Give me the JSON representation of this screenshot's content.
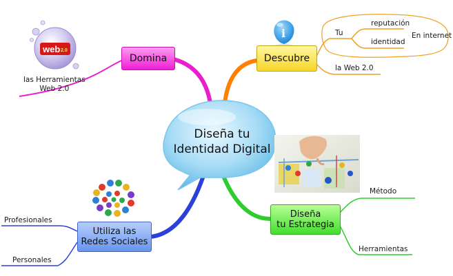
{
  "central": {
    "line1": "Diseña tu",
    "line2": "Identidad Digital"
  },
  "branches": {
    "domina": {
      "label": "Domina",
      "color": "#e91ecf",
      "sub": {
        "line1": "las Herramientas",
        "line2": "Web 2.0"
      }
    },
    "descubre": {
      "label": "Descubre",
      "color": "#f0a020",
      "tu": "Tu",
      "reputacion": "reputación",
      "identidad": "identidad",
      "internet": "En internet",
      "web20": "la Web 2.0"
    },
    "estrategia": {
      "line1": "Diseña",
      "line2": "tu Estrategia",
      "color": "#2ecc2e",
      "metodo": "Método",
      "herramientas": "Herramientas"
    },
    "redes": {
      "line1": "Utiliza las",
      "line2": "Redes Sociales",
      "color": "#2a40d8",
      "profesionales": "Profesionales",
      "personales": "Personales"
    }
  },
  "images": {
    "web20_badge": {
      "text": "web",
      "version": "2.0"
    },
    "info_icon": "i"
  }
}
